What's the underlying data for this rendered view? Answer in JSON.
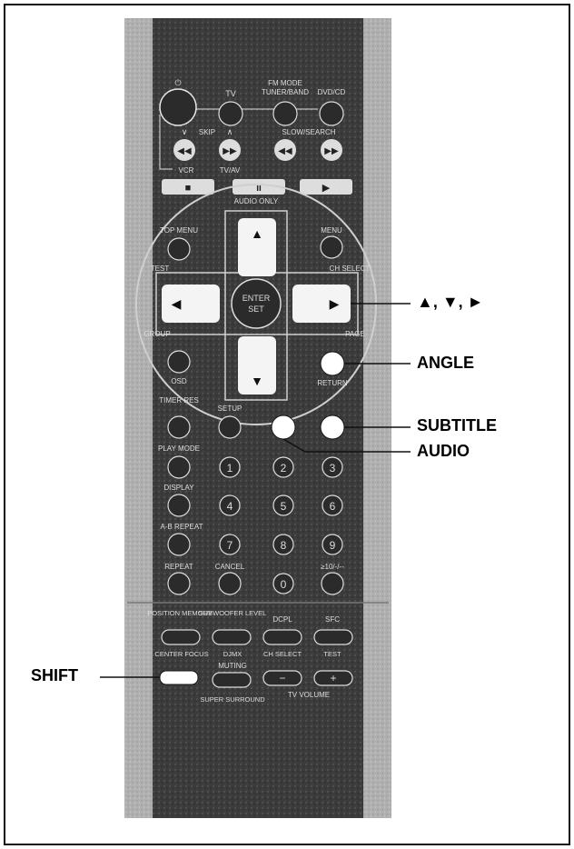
{
  "remote": {
    "top_labels": {
      "tv": "TV",
      "fm_mode": "FM MODE",
      "tuner_band": "TUNER/BAND",
      "dvd_cd": "DVD/CD",
      "skip": "SKIP",
      "skip_down": "∨",
      "skip_up": "∧",
      "slow_search": "SLOW/SEARCH",
      "vcr": "VCR",
      "tv_av": "TV/AV",
      "audio_only": "AUDIO ONLY"
    },
    "transport": {
      "stop": "■",
      "pause": "II",
      "play": "▶"
    },
    "mid_labels": {
      "top_menu": "TOP MENU",
      "menu": "MENU",
      "test": "TEST",
      "ch_select": "CH SELECT",
      "group": "GROUP",
      "page": "PAGE",
      "osd": "OSD",
      "return": "RETURN",
      "timer_res": "TIMER RES",
      "setup": "SETUP",
      "play_mode": "PLAY MODE",
      "display": "DISPLAY",
      "ab_repeat": "A-B REPEAT",
      "repeat": "REPEAT",
      "cancel": "CANCEL",
      "digit_extra": "≥10/-/--"
    },
    "center_button": {
      "line1": "ENTER",
      "line2": "SET"
    },
    "numbers": [
      "1",
      "2",
      "3",
      "4",
      "5",
      "6",
      "7",
      "8",
      "9",
      "0"
    ],
    "bottom_labels": {
      "position_memory": "POSITION MEMORY",
      "subwoofer_level": "SUBWOOFER LEVEL",
      "dcpl": "DCPL",
      "sfc": "SFC",
      "center_focus": "CENTER FOCUS",
      "djmx": "DJMX",
      "ch_select": "CH SELECT",
      "test": "TEST",
      "muting": "MUTING",
      "super_surround": "SUPER SURROUND",
      "minus": "−",
      "plus": "+",
      "tv_volume": "TV VOLUME"
    }
  },
  "callouts": {
    "arrows": "▲, ▼, ►",
    "angle": "ANGLE",
    "subtitle": "SUBTITLE",
    "audio": "AUDIO",
    "shift": "SHIFT"
  },
  "colors": {
    "remote_body": "#3a3a3a",
    "remote_side": "#a9a9a9",
    "highlight_button": "#ffffff",
    "outline": "#111111"
  }
}
